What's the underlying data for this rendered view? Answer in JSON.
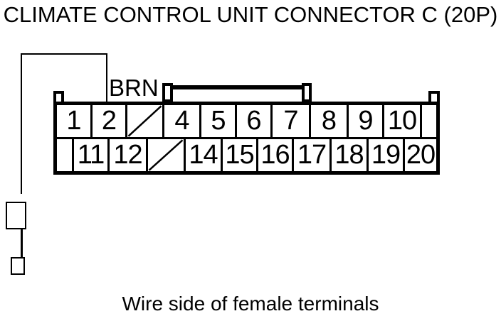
{
  "title": "CLIMATE CONTROL UNIT CONNECTOR C (20P)",
  "caption": "Wire side of female terminals",
  "wire": {
    "color_label": "BRN"
  },
  "connector": {
    "pins_top": [
      "1",
      "2",
      "",
      "4",
      "5",
      "6",
      "7",
      "8",
      "9",
      "10",
      ""
    ],
    "pins_bottom": [
      "",
      "11",
      "12",
      "",
      "14",
      "15",
      "16",
      "17",
      "18",
      "19",
      "20"
    ],
    "missing_pins": [
      "3",
      "13"
    ]
  },
  "colors": {
    "line": "#000000",
    "background": "#ffffff"
  }
}
